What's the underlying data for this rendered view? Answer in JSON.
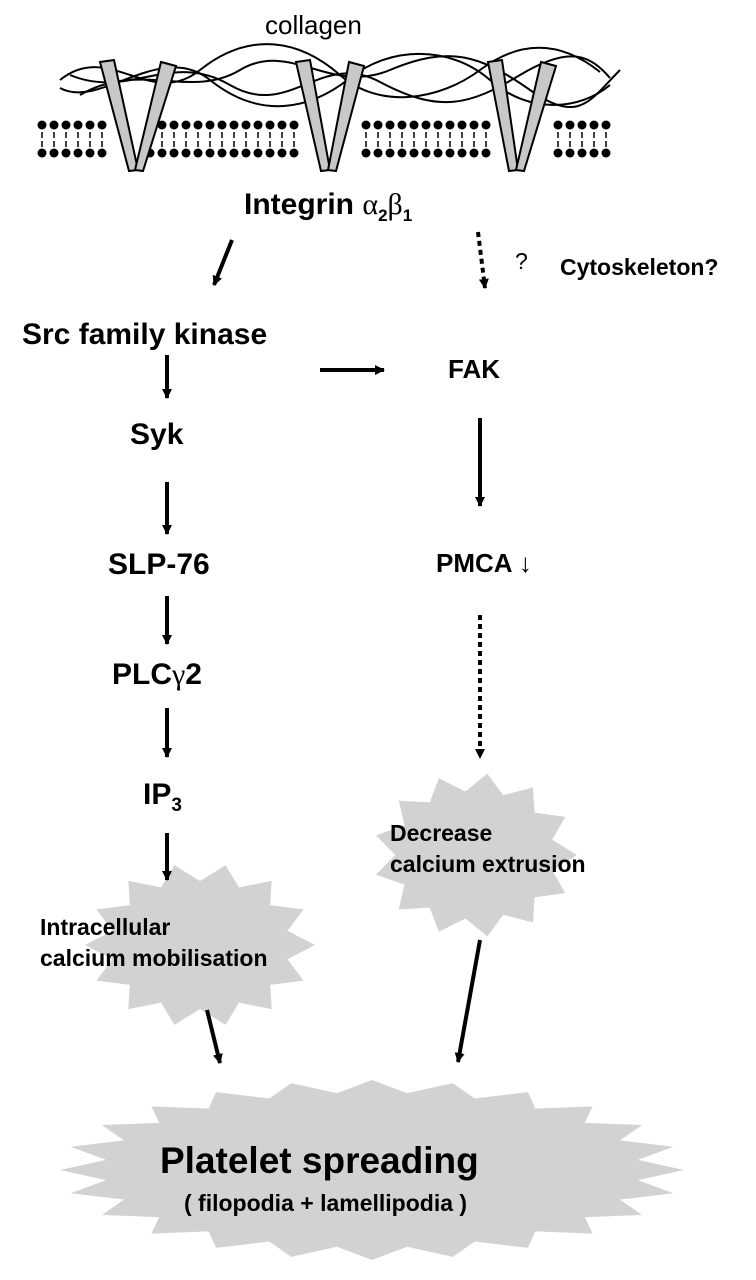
{
  "membrane": {
    "label": "collagen"
  },
  "nodes": {
    "integrin": {
      "prefix": "Integrin",
      "alpha": "α",
      "alpha_sub": "2",
      "beta": "β",
      "beta_sub": "1"
    },
    "question": "?",
    "cytoskeleton": "Cytoskeleton?",
    "src": "Src family kinase",
    "fak": "FAK",
    "syk": "Syk",
    "slp76": "SLP-76",
    "pmca": {
      "text": "PMCA",
      "arrow": "↓"
    },
    "plc": {
      "prefix": "PLC",
      "gamma": "γ",
      "suffix": "2"
    },
    "ip3": {
      "text": "IP",
      "sub": "3"
    },
    "decrease": "Decrease\ncalcium extrusion",
    "intracellular": "Intracellular\ncalcium mobilisation",
    "spreading": {
      "title": "Platelet spreading",
      "subtitle": "( filopodia + lamellipodia )"
    }
  },
  "colors": {
    "burst_fill": "#d2d2d2",
    "receptor_fill": "#c8c8c8",
    "ink": "#000000"
  }
}
